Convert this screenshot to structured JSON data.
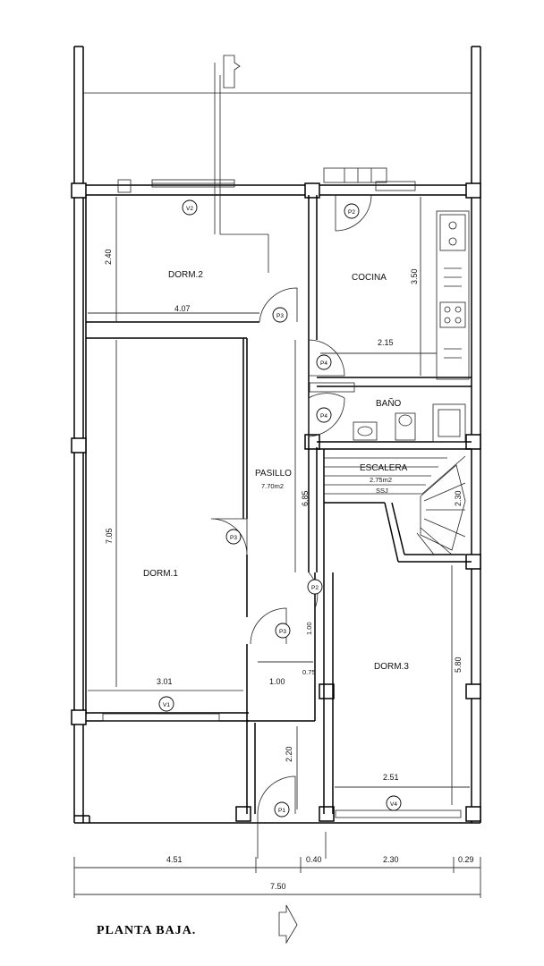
{
  "rooms": {
    "dorm2": "DORM.2",
    "cocina": "COCINA",
    "bano": "BAÑO",
    "pasillo": "PASILLO",
    "pasillo_area": "7.70m2",
    "escalera": "ESCALERA",
    "escalera_area": "2.75m2",
    "escalera_sub": "SSJ",
    "dorm1": "DORM.1",
    "dorm3": "DORM.3"
  },
  "dimensions": {
    "dorm2_h": "2.40",
    "dorm2_w": "4.07",
    "cocina_h": "3.50",
    "cocina_w": "2.15",
    "pasillo_h": "6.85",
    "escalera_h": "2.30",
    "dorm1_h": "7.05",
    "dorm1_w": "3.01",
    "hall_w": "1.00",
    "hall_small": "1.00",
    "hall_small2": "0.75",
    "dorm3_h": "5.80",
    "dorm3_w": "2.51",
    "entry_h": "2.20",
    "bottom_1": "4.51",
    "bottom_2": "0.40",
    "bottom_3": "2.30",
    "bottom_4": "0.29",
    "bottom_total": "7.50"
  },
  "tags": {
    "v2": "V2",
    "p2_kitchen": "P2",
    "p3_dorm2": "P3",
    "p4_top": "P4",
    "p4_bottom": "P4",
    "p3_dorm1": "P3",
    "p2_hall": "P2",
    "p3_hall": "P3",
    "v1": "V1",
    "p1": "P1",
    "v4": "V4"
  },
  "title": "PLANTA BAJA."
}
